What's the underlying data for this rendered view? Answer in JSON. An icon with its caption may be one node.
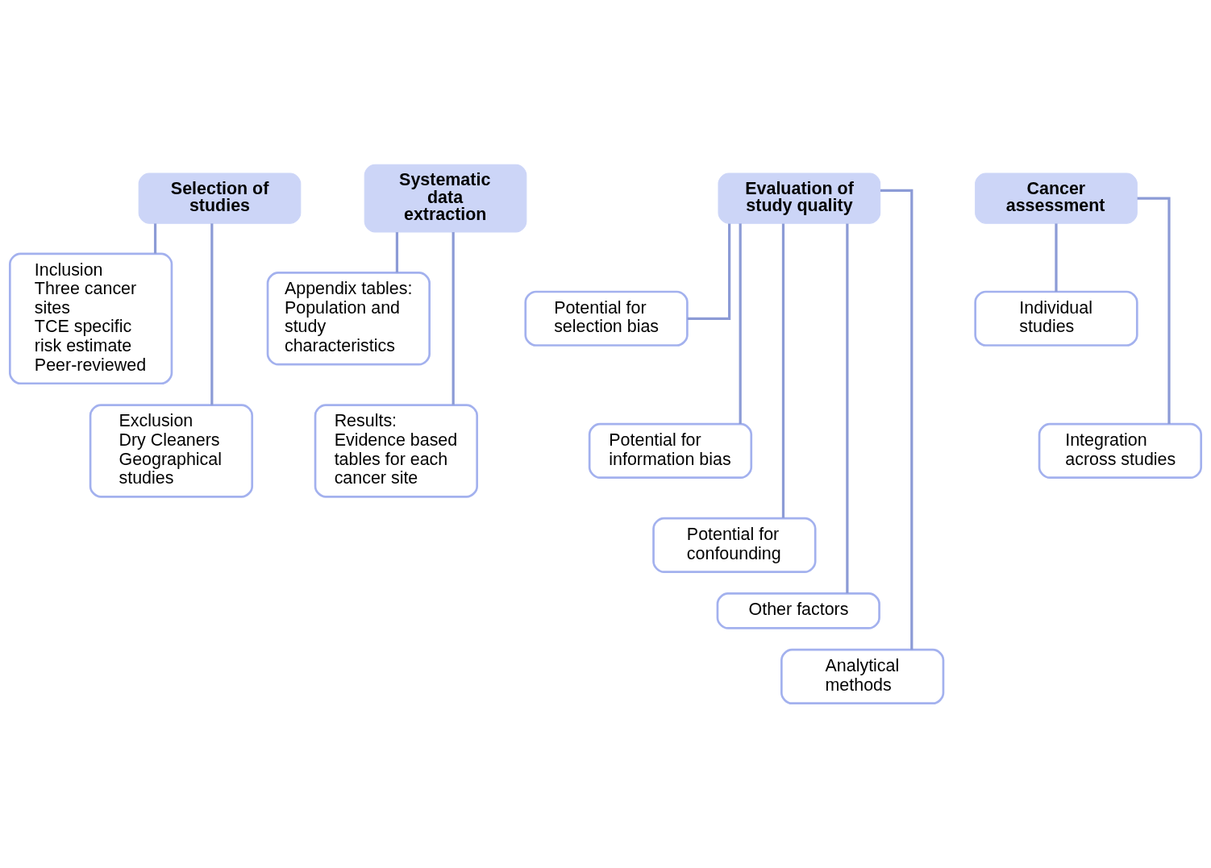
{
  "diagram": {
    "nodes": [
      {
        "text": [
          "Selection of studies"
        ]
      },
      {
        "text": [
          "Inclusion",
          "Three cancer sites",
          "TCE specific risk estimate",
          "Peer-reviewed"
        ]
      },
      {
        "text": [
          "Exclusion",
          "Dry Cleaners",
          "Geographical studies"
        ]
      },
      {
        "text": [
          "Systematic data extraction"
        ]
      },
      {
        "text": [
          "Appendix tables:",
          "Population and study characteristics"
        ]
      },
      {
        "text": [
          "Results:",
          "Evidence based tables for each cancer site"
        ]
      },
      {
        "text": [
          "Evaluation of study quality"
        ]
      },
      {
        "text": [
          "Potential for selection bias"
        ]
      },
      {
        "text": [
          "Potential for information bias"
        ]
      },
      {
        "text": [
          "Potential for confounding"
        ]
      },
      {
        "text": [
          "Other factors"
        ]
      },
      {
        "text": [
          "Analytical methods"
        ]
      },
      {
        "text": [
          "Cancer assessment"
        ]
      },
      {
        "text": [
          "Individual studies"
        ]
      },
      {
        "text": [
          "Integration across studies"
        ]
      }
    ],
    "edges": [
      {
        "from": 0,
        "to": 1,
        "arrow": "none"
      },
      {
        "from": 0,
        "to": 2,
        "arrow": "none"
      },
      {
        "from": 3,
        "to": 4,
        "arrow": "none"
      },
      {
        "from": 3,
        "to": 5,
        "arrow": "none"
      },
      {
        "from": 6,
        "to": 7,
        "arrow": "none"
      },
      {
        "from": 6,
        "to": 8,
        "arrow": "none"
      },
      {
        "from": 6,
        "to": 9,
        "arrow": "none"
      },
      {
        "from": 6,
        "to": 10,
        "arrow": "none"
      },
      {
        "from": 6,
        "to": 11,
        "arrow": "none"
      },
      {
        "from": 12,
        "to": 13,
        "arrow": "none"
      },
      {
        "from": 12,
        "to": 14,
        "arrow": "none"
      }
    ]
  }
}
